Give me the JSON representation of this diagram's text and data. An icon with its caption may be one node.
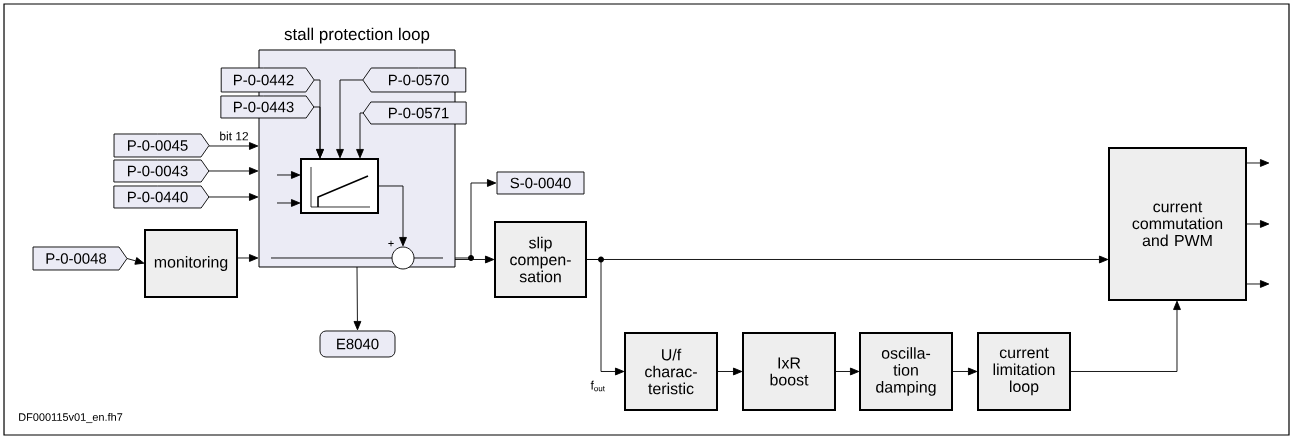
{
  "diagram": {
    "nodes": [
      {
        "text": [
          "stall protection loop"
        ]
      },
      {
        "text": [
          "P-0-0442"
        ]
      },
      {
        "text": [
          "P-0-0443"
        ]
      },
      {
        "text": [
          "P-0-0570"
        ]
      },
      {
        "text": [
          "P-0-0571"
        ]
      },
      {
        "text": [
          "P-0-0045"
        ]
      },
      {
        "text": [
          "P-0-0043"
        ]
      },
      {
        "text": [
          "P-0-0440"
        ]
      },
      {
        "text": [],
        "shape": "box",
        "in": 0
      },
      {
        "text": [],
        "shape": "circle",
        "in": 0
      },
      {
        "text": [
          "monitoring"
        ]
      },
      {
        "text": [
          "P-0-0048"
        ]
      },
      {
        "text": [
          "slip compen- sation"
        ]
      },
      {
        "text": [
          "S-0-0040"
        ]
      },
      {
        "text": [
          "E8040"
        ]
      },
      {
        "text": [
          "current commutation and PWM"
        ]
      },
      {
        "text": [
          "U/f charac- teristic"
        ]
      },
      {
        "text": [
          "IxR boost"
        ]
      },
      {
        "text": [
          "oscilla- tion damping"
        ]
      },
      {
        "text": [
          "current limitation loop"
        ]
      }
    ],
    "edges": [
      {
        "from": 1,
        "to": 8,
        "arrow": "to"
      },
      {
        "from": 2,
        "to": 8,
        "arrow": "to"
      },
      {
        "from": 3,
        "to": 8,
        "arrow": "to"
      },
      {
        "from": 4,
        "to": 8,
        "arrow": "to"
      },
      {
        "from": 5,
        "to": 0,
        "arrow": "to",
        "label": "bit 12"
      },
      {
        "from": 6,
        "to": 0,
        "arrow": "to"
      },
      {
        "from": 7,
        "to": 0,
        "arrow": "to"
      },
      {
        "from": null,
        "to": 8,
        "arrow": "to"
      },
      {
        "from": null,
        "to": 8,
        "arrow": "to"
      },
      {
        "from": 8,
        "to": 9,
        "arrow": "to"
      },
      {
        "from": 11,
        "to": 10,
        "arrow": "to"
      },
      {
        "from": 10,
        "to": 0,
        "arrow": "to"
      },
      {
        "from": null,
        "to": 9,
        "arrow": "none"
      },
      {
        "from": 9,
        "to": null,
        "arrow": "none"
      },
      {
        "from": 0,
        "to": 12,
        "arrow": "to"
      },
      {
        "from": 0,
        "to": 13,
        "arrow": "to"
      },
      {
        "from": 0,
        "to": 14,
        "arrow": "to"
      },
      {
        "from": 12,
        "to": 15,
        "arrow": "to"
      },
      {
        "from": 12,
        "to": 16,
        "arrow": "to",
        "label": "f$_{out}$"
      },
      {
        "from": 16,
        "to": 17,
        "arrow": "to"
      },
      {
        "from": 17,
        "to": 18,
        "arrow": "to"
      },
      {
        "from": 18,
        "to": 19,
        "arrow": "to"
      },
      {
        "from": 19,
        "to": 15,
        "arrow": "to"
      },
      {
        "from": 15,
        "to": null,
        "arrow": "to"
      },
      {
        "from": 15,
        "to": null,
        "arrow": "to"
      },
      {
        "from": 15,
        "to": null,
        "arrow": "to"
      }
    ],
    "labels": [
      "+",
      "DF000115v01_en.fh7"
    ]
  }
}
